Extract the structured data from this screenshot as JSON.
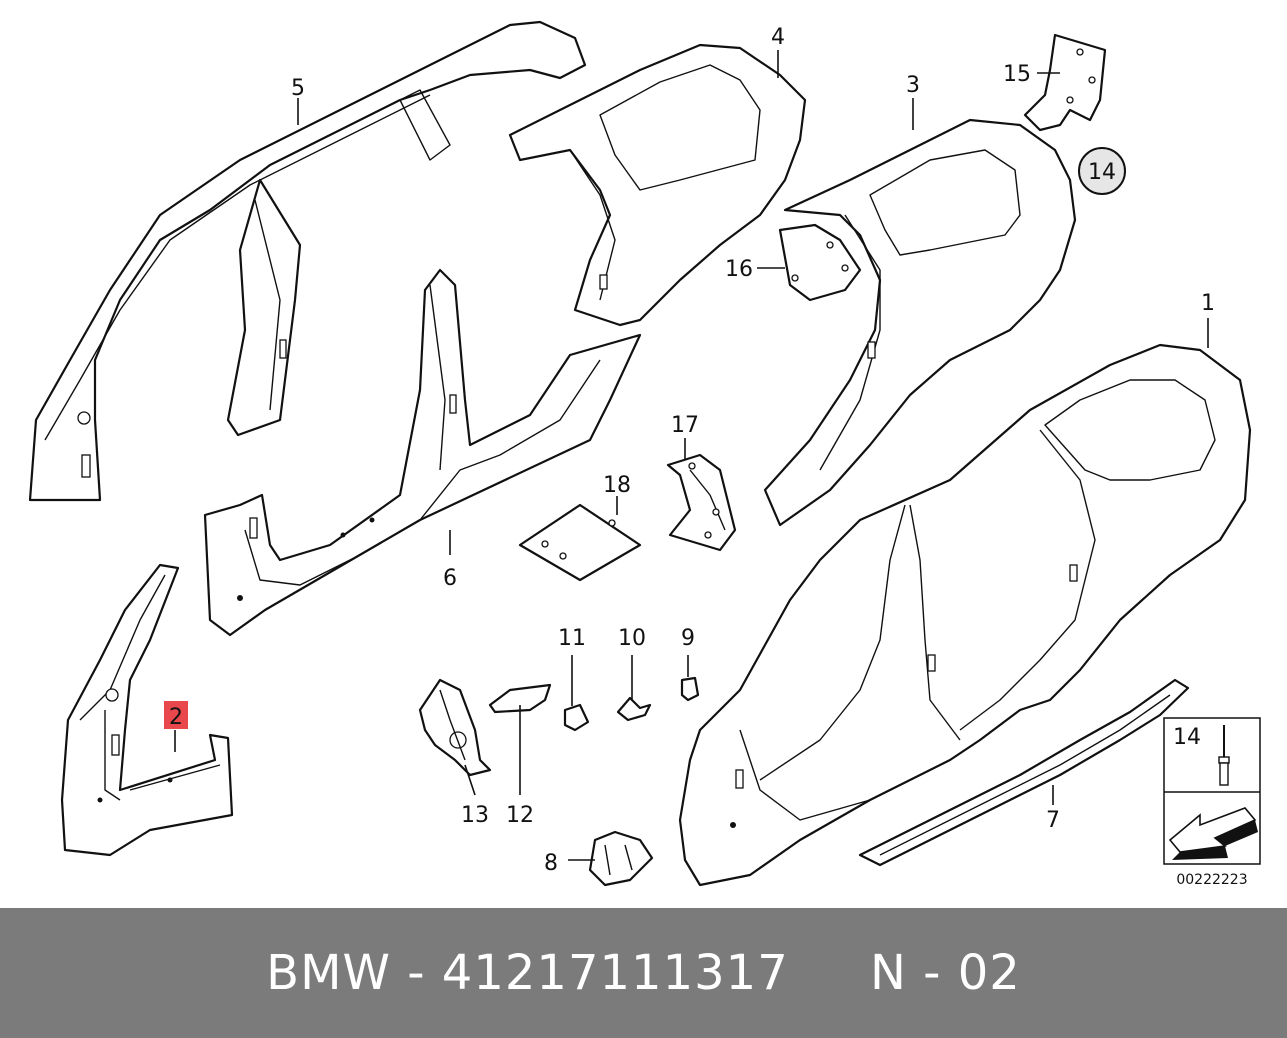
{
  "diagram": {
    "callouts": {
      "c1": "1",
      "c2": "2",
      "c3": "3",
      "c4": "4",
      "c5": "5",
      "c6": "6",
      "c7": "7",
      "c8": "8",
      "c9": "9",
      "c10": "10",
      "c11": "11",
      "c12": "12",
      "c13": "13",
      "c14": "14",
      "c15": "15",
      "c16": "16",
      "c17": "17",
      "c18": "18",
      "c14_circle": "14",
      "c14_inset": "14"
    },
    "highlight_color": "#e8474c",
    "drawing_number": "00222223"
  },
  "caption": {
    "text": "BMW - 41217111317     N - 02"
  }
}
